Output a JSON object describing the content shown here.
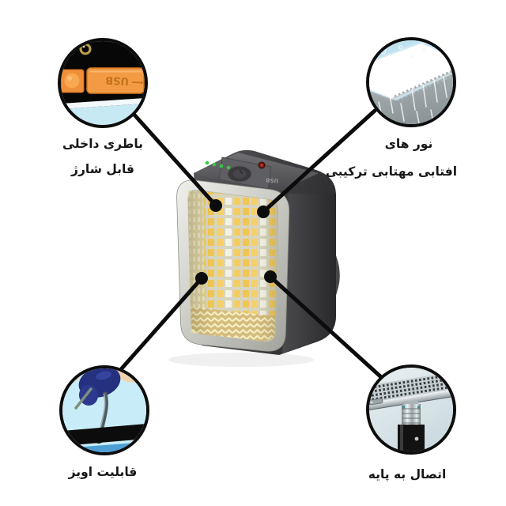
{
  "canvas": {
    "background": "#ffffff"
  },
  "product": {
    "name": "portable-led-panel-light",
    "top_port_label": "USB",
    "indicator_led_count": 4,
    "colors": {
      "warm_led": "#f3cd62",
      "cool_led": "#f4f2e6",
      "body": "#3a3a3d",
      "bezel": "#c9c9c3",
      "accent_orange": "#f29a44"
    }
  },
  "callouts": [
    {
      "id": "battery",
      "position": "top-left",
      "lines": [
        "باطری داخلی",
        "قابل شارژ"
      ],
      "image": "usb-charging-port-closeup",
      "port_label": "USB"
    },
    {
      "id": "light-modes",
      "position": "top-right",
      "lines": [
        "نور های",
        "افتابی مهتابی ترکیبی"
      ],
      "image": "glowing-panel-in-rain"
    },
    {
      "id": "hanging",
      "position": "bottom-left",
      "lines": [
        "قابلیت اویز"
      ],
      "image": "hand-hanging-light-on-hook"
    },
    {
      "id": "stand-mount",
      "position": "bottom-right",
      "lines": [
        "اتصال به پایه"
      ],
      "image": "panel-mounted-on-tripod"
    }
  ],
  "annotation": {
    "line_color": "#0c0c0c",
    "circle_border_color": "#0d0d0d"
  }
}
